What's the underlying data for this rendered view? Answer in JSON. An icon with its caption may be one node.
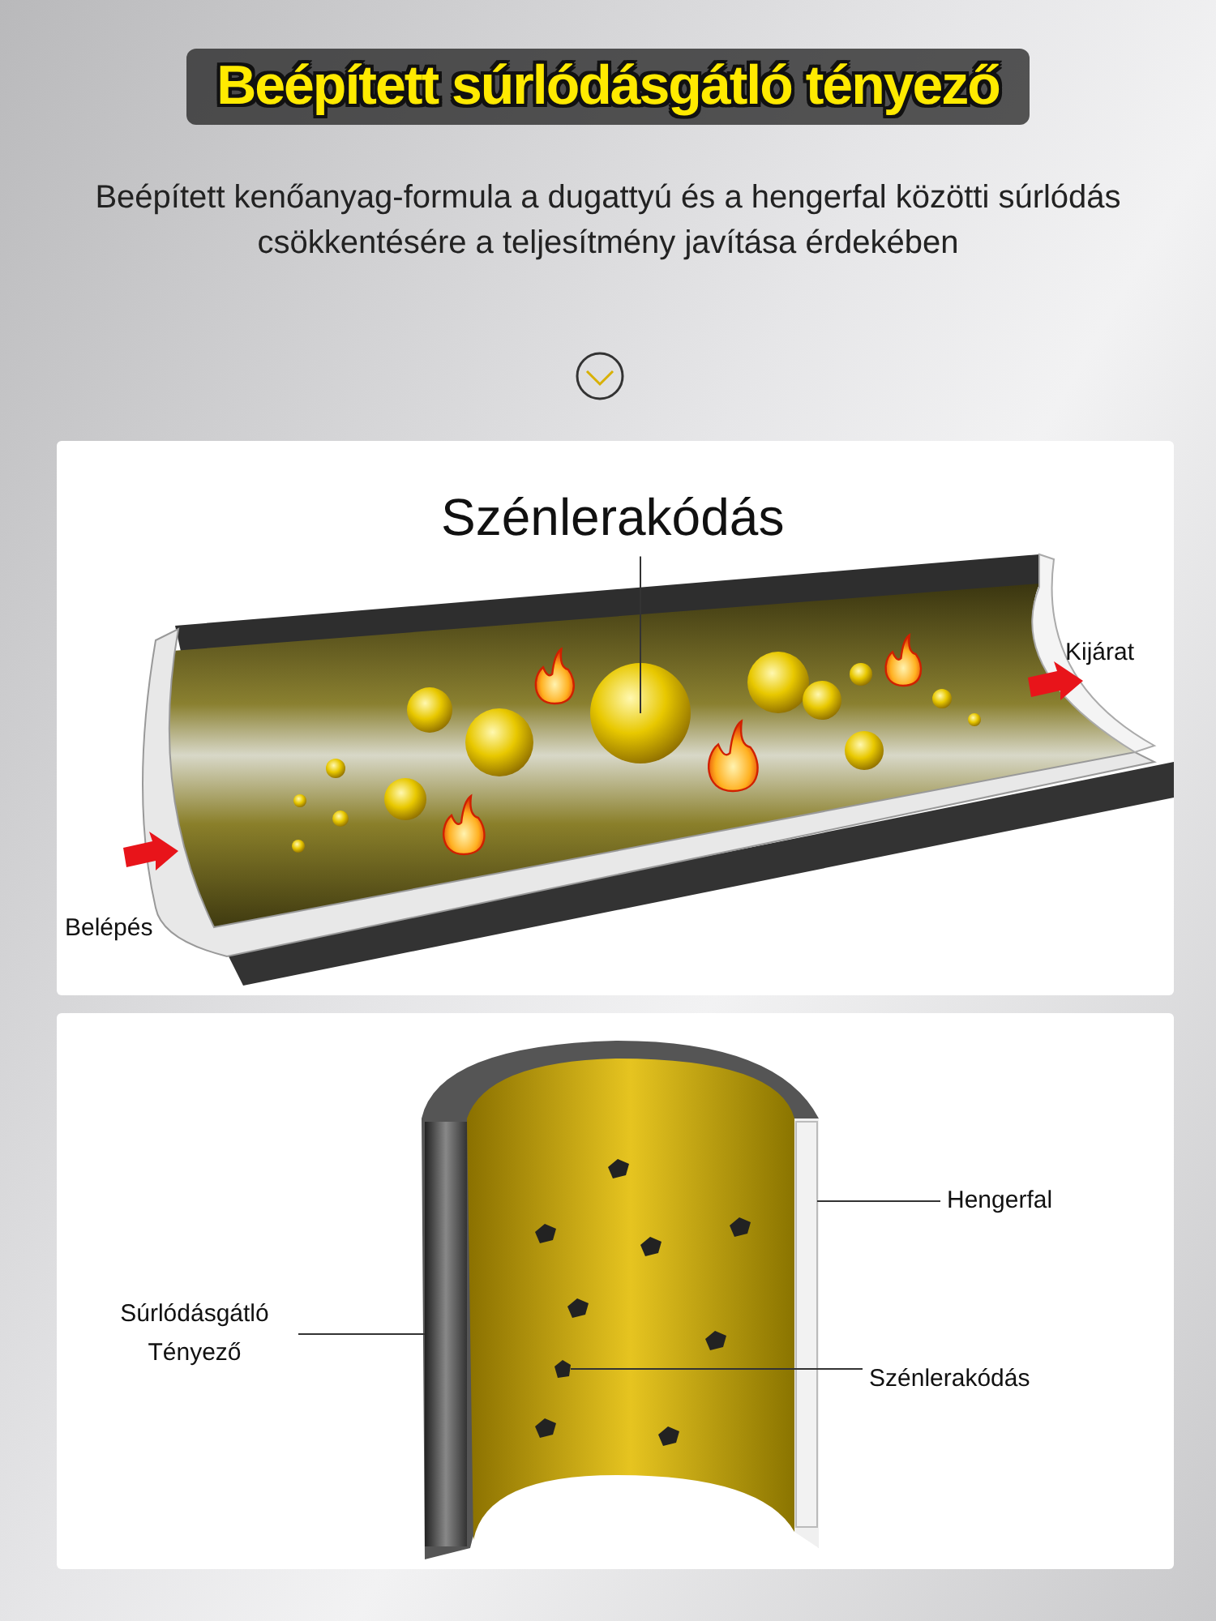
{
  "diagram": {
    "title": "Beépített súrlódásgátló tényező",
    "nodes": [
      {
        "text": [
          "Szénlerakódás"
        ]
      },
      {
        "text": [],
        "shape": "circle"
      },
      {
        "text": [
          "Belépés"
        ]
      },
      {
        "text": [
          "Kijárat"
        ]
      },
      {
        "text": [
          "Hengerfal"
        ]
      },
      {
        "text": [],
        "shape": "bar"
      },
      {
        "text": [
          "Súrlódásgátló Tényező"
        ]
      },
      {
        "text": [],
        "shape": "bar"
      },
      {
        "text": [
          "Szénlerakódás"
        ]
      },
      {
        "text": [],
        "shape": "picture"
      }
    ],
    "edges": [
      {
        "from": 0,
        "to": 1,
        "arrow": "none"
      },
      {
        "from": 4,
        "to": 7,
        "arrow": "none"
      },
      {
        "from": 6,
        "to": 5,
        "arrow": "none"
      },
      {
        "from": 8,
        "to": 9,
        "arrow": "none"
      }
    ],
    "labels": [
      "Beépített kenőanyag-formula a dugattyú és a hengerfal közötti súrlódás csökkentésére a teljesítmény javítása érdekében"
    ]
  }
}
